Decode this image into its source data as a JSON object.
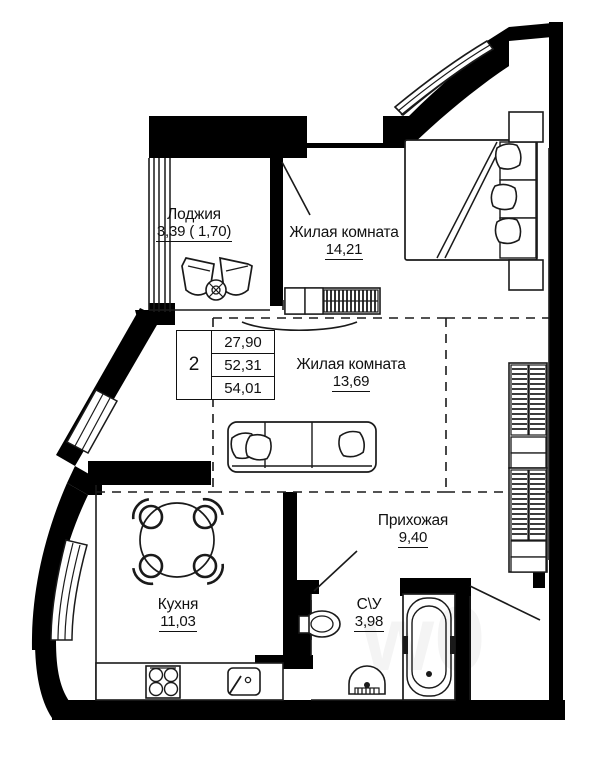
{
  "plan": {
    "type": "apartment-floor-plan",
    "rooms_count": "2",
    "areas_table": {
      "rooms_label": "2",
      "values": [
        "27,90",
        "52,31",
        "54,01"
      ]
    },
    "rooms": [
      {
        "id": "loggia",
        "name": "Лоджия",
        "area": "3,39 ( 1,70)"
      },
      {
        "id": "living-room-1",
        "name": "Жилая комната",
        "area": "14,21"
      },
      {
        "id": "living-room-2",
        "name": "Жилая комната",
        "area": "13,69"
      },
      {
        "id": "hallway",
        "name": "Прихожая",
        "area": "9,40"
      },
      {
        "id": "bathroom",
        "name": "С\\У",
        "area": "3,98"
      },
      {
        "id": "kitchen",
        "name": "Кухня",
        "area": "11,03"
      }
    ],
    "colors": {
      "wall": "#000000",
      "line": "#1a1a1a",
      "background": "#ffffff",
      "text": "#111111"
    },
    "fixtures": [
      "bed",
      "nightstand-left",
      "nightstand-right",
      "sofa",
      "tv-console",
      "armchair-left",
      "armchair-right",
      "dining-table",
      "dining-chairs",
      "stove",
      "sink-kitchen",
      "toilet",
      "washbasin",
      "bathtub",
      "wardrobe-upper",
      "wardrobe-lower"
    ]
  }
}
